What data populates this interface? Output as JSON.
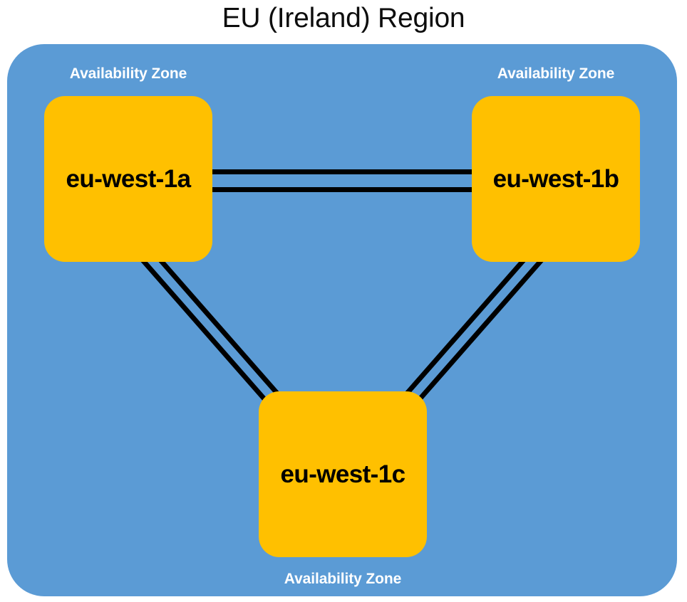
{
  "title": "EU (Ireland) Region",
  "colors": {
    "region_background": "#5B9BD5",
    "zone_fill": "#FFC000",
    "zone_label": "#000000",
    "caption": "#FFFFFF",
    "connector": "#000000",
    "title": "#0D0D0D",
    "page_background": "#FFFFFF"
  },
  "region": {
    "label": "EU (Ireland) Region"
  },
  "zones": [
    {
      "id": "a",
      "caption": "Availability Zone",
      "name": "eu-west-1a"
    },
    {
      "id": "b",
      "caption": "Availability Zone",
      "name": "eu-west-1b"
    },
    {
      "id": "c",
      "caption": "Availability Zone",
      "name": "eu-west-1c"
    }
  ],
  "connections": [
    {
      "from": "eu-west-1a",
      "to": "eu-west-1b",
      "style": "double-line"
    },
    {
      "from": "eu-west-1a",
      "to": "eu-west-1c",
      "style": "double-line"
    },
    {
      "from": "eu-west-1b",
      "to": "eu-west-1c",
      "style": "double-line"
    }
  ]
}
